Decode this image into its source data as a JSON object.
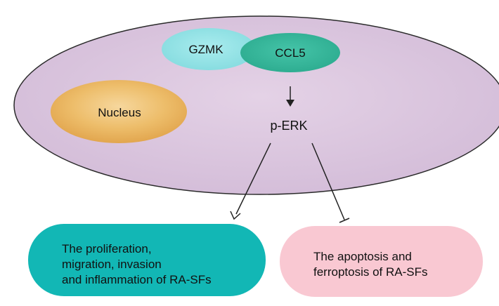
{
  "nodes": {
    "gzmk": "GZMK",
    "ccl5": "CCL5",
    "nucleus": "Nucleus",
    "perk": "p-ERK"
  },
  "outcomes": {
    "promoted": {
      "line1": "The proliferation,",
      "line2": "migration, invasion",
      "line3": "and inflammation of RA-SFs"
    },
    "inhibited": {
      "line1": "The apoptosis and",
      "line2": "ferroptosis of RA-SFs"
    }
  },
  "colors": {
    "cell": "#dcc7df",
    "cell_edge": "#2a2a2a",
    "gzmk": "#8fe1e3",
    "ccl5": "#33b79c",
    "nucleus": "#e8b04f",
    "promoted_box": "#12b7b5",
    "inhibited_box": "#f9c8d2",
    "arrow": "#222222"
  }
}
